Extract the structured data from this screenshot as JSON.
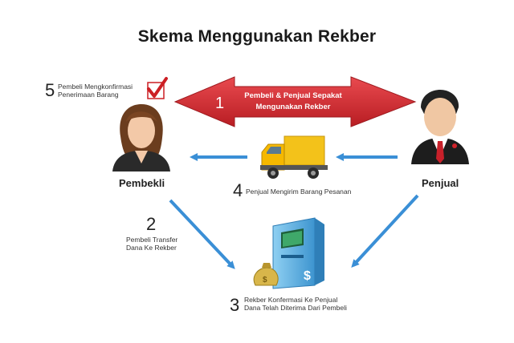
{
  "title": "Skema Menggunakan Rekber",
  "buyer_label": "Pembekli",
  "seller_label": "Penjual",
  "steps": {
    "s1": {
      "num": "1",
      "line1": "Pembeli & Penjual Sepakat",
      "line2": "Mengunakan Rekber"
    },
    "s2": {
      "num": "2",
      "line1": "Pembeli Transfer",
      "line2": "Dana Ke Rekber"
    },
    "s3": {
      "num": "3",
      "line1": "Rekber Konfermasi Ke Penjual",
      "line2": "Dana Telah Diterima Dari Pembeli"
    },
    "s4": {
      "num": "4",
      "line1": "Penjual Mengirim Barang Pesanan"
    },
    "s5": {
      "num": "5",
      "line1": "Pembeli Mengkonfirmasi",
      "line2": "Penerimaan Barang"
    }
  },
  "colors": {
    "red_arrow": "#d2232a",
    "blue_arrow": "#3a8fd6",
    "truck_cab": "#f5b800",
    "truck_box": "#f3c21a",
    "atm": "#5aaee0",
    "check_red": "#cc1f24"
  },
  "icons": [
    "buyer-woman-icon",
    "seller-man-icon",
    "truck-icon",
    "atm-icon",
    "money-bag-icon",
    "checkbox-icon"
  ]
}
